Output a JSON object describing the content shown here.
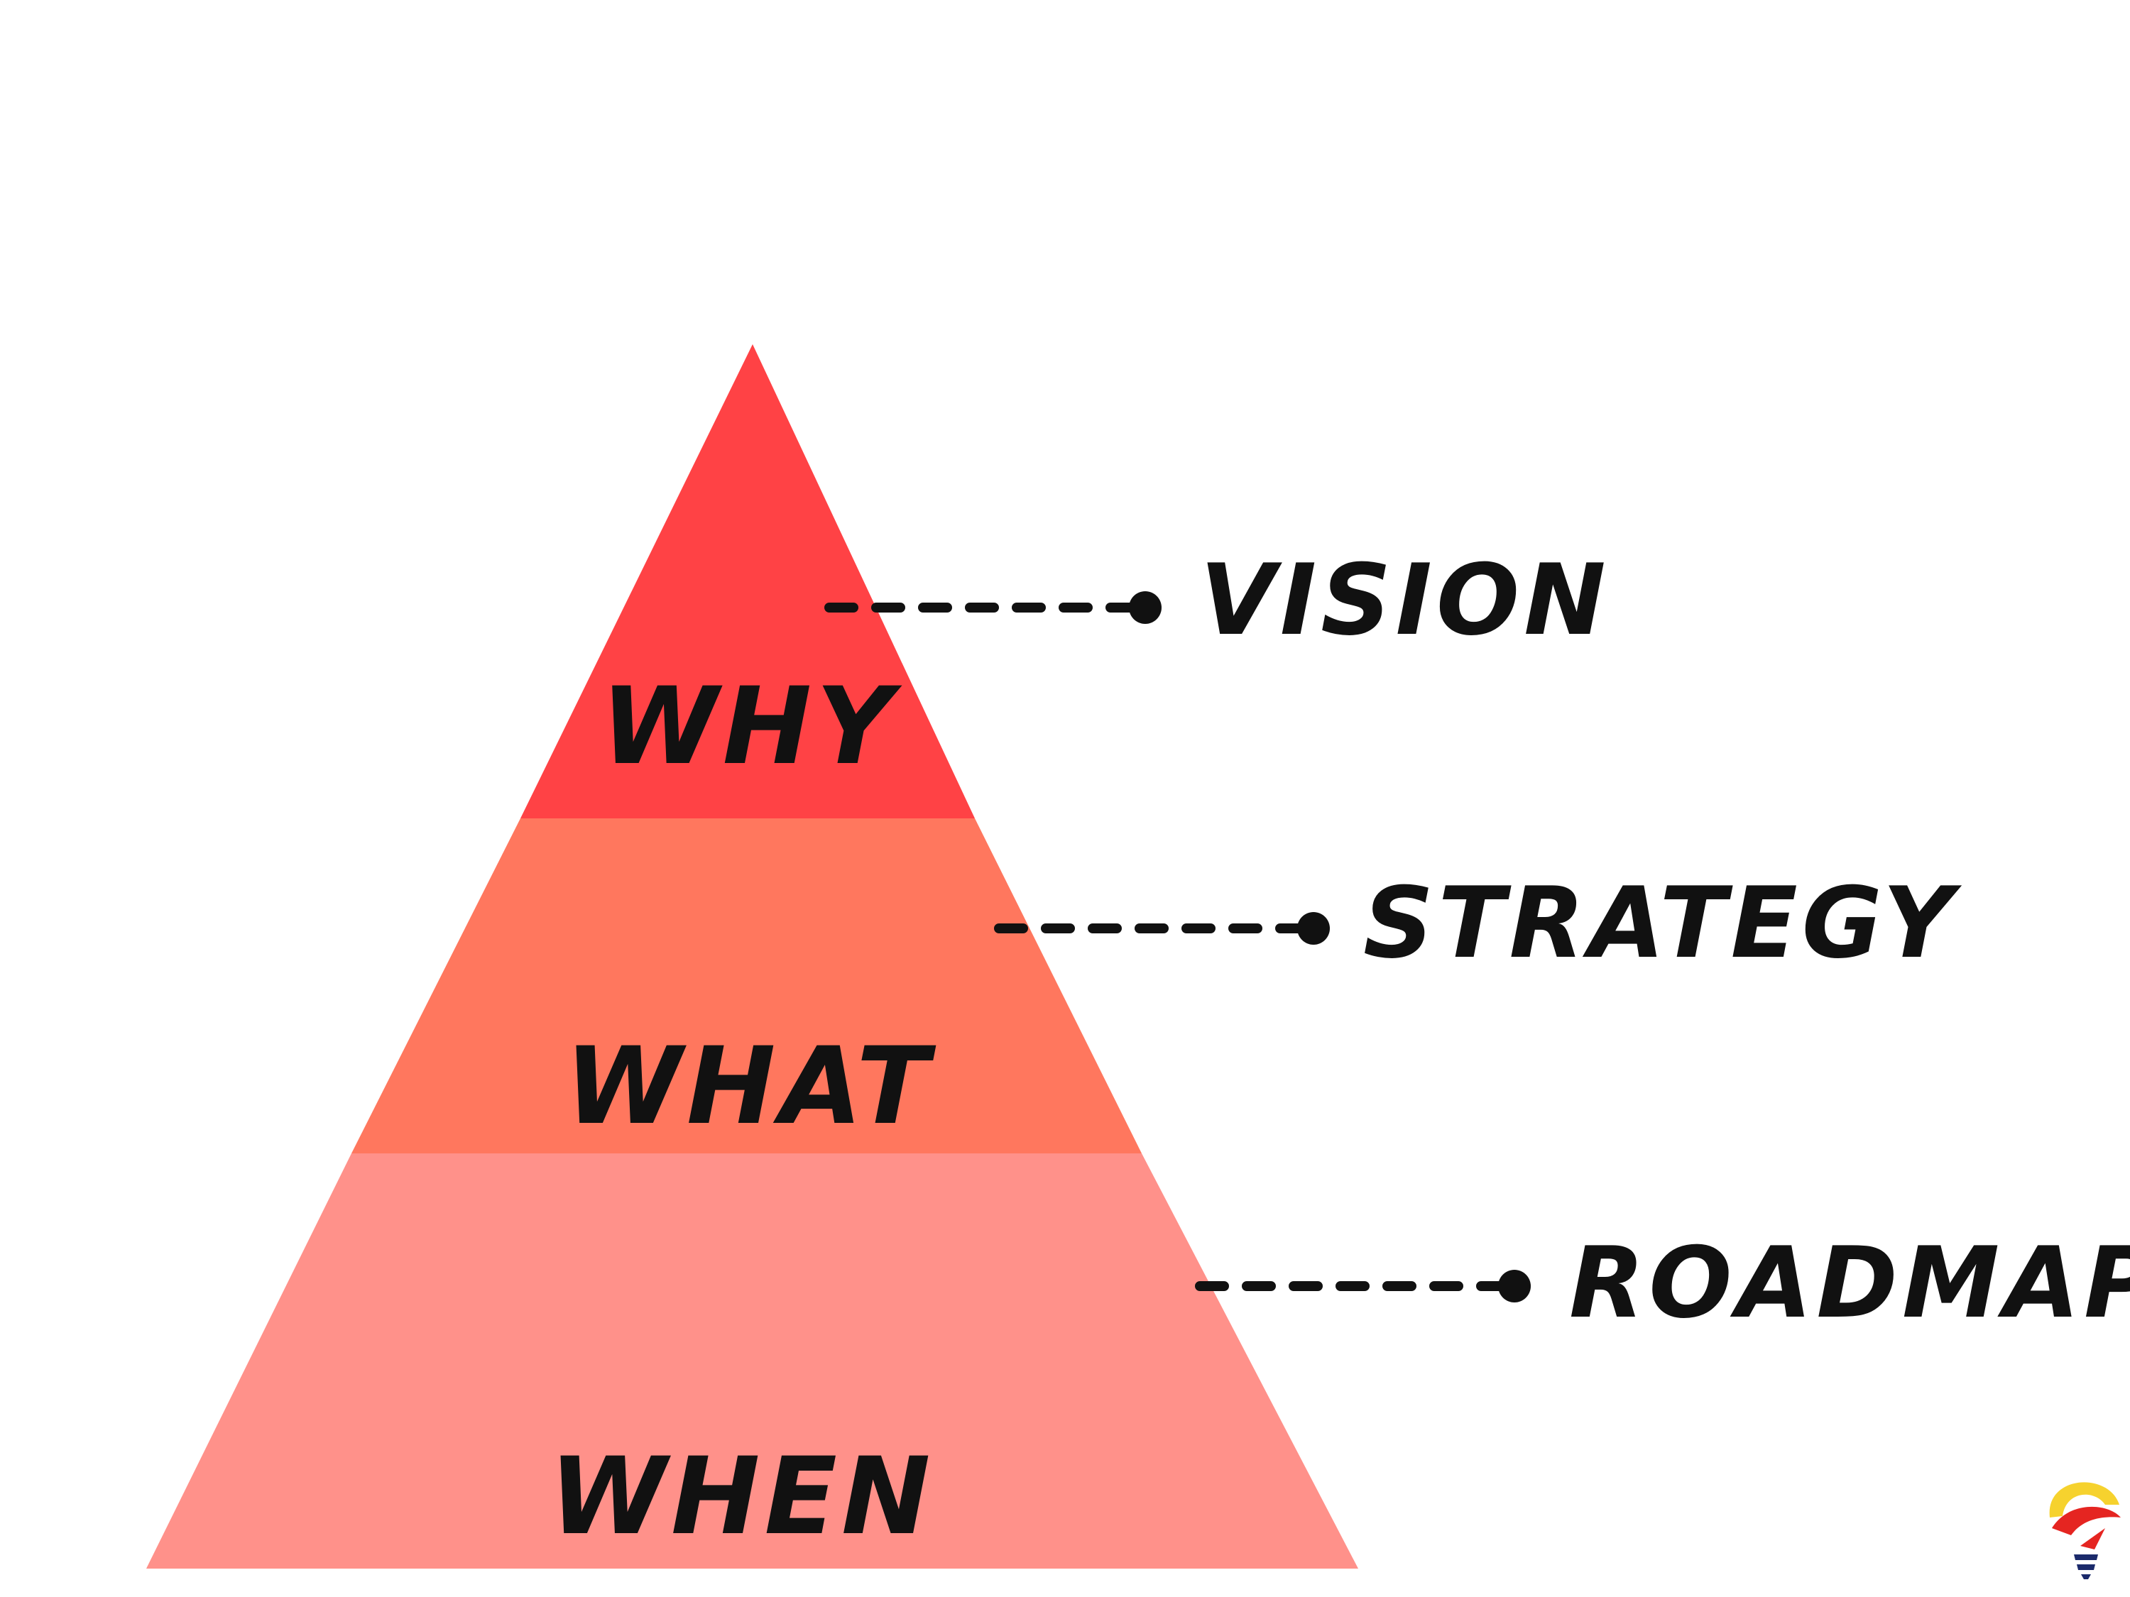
{
  "pyramid": {
    "tiers": [
      {
        "label": "WHY",
        "color": "#FF4245"
      },
      {
        "label": "WHAT",
        "color": "#FF775E"
      },
      {
        "label": "WHEN",
        "color": "#FF918A"
      }
    ]
  },
  "callouts": [
    {
      "label": "VISION"
    },
    {
      "label": "STRATEGY"
    },
    {
      "label": "ROADMAP"
    }
  ],
  "logo": {
    "icon": "lightbulb-logo-icon",
    "colors": [
      "#F6D22E",
      "#E52521",
      "#1B2A6B"
    ]
  }
}
